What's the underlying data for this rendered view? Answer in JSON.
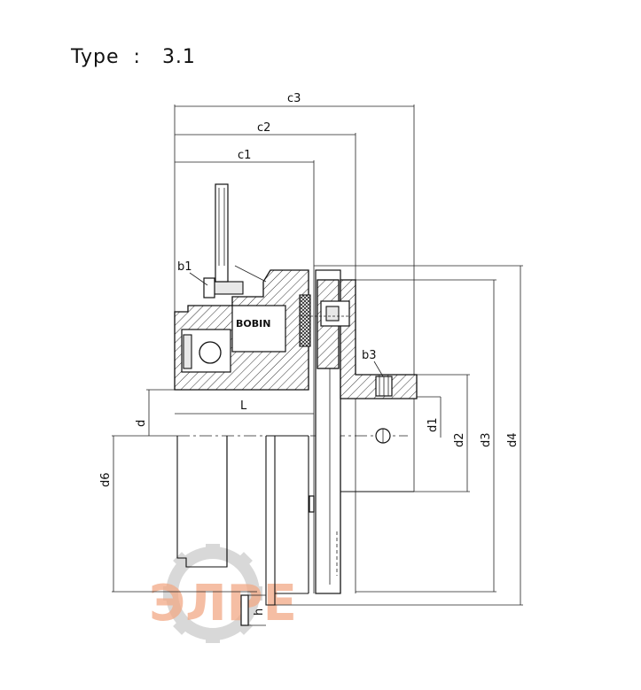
{
  "header": {
    "type_label": "Type",
    "separator": ":",
    "type_value": "3.1"
  },
  "diagram": {
    "dimension_labels": {
      "c1": "c1",
      "c2": "c2",
      "c3": "c3",
      "b1": "b1",
      "b3": "b3",
      "L": "L",
      "d": "d",
      "d1": "d1",
      "d2": "d2",
      "d3": "d3",
      "d4": "d4",
      "d6": "d6",
      "h": "h"
    },
    "part_label": "BOBIN",
    "watermark": "ЭЛРЕ"
  },
  "colors": {
    "line": "#111111",
    "watermark": "#f0a07a",
    "gear": "#cfcfcf"
  }
}
